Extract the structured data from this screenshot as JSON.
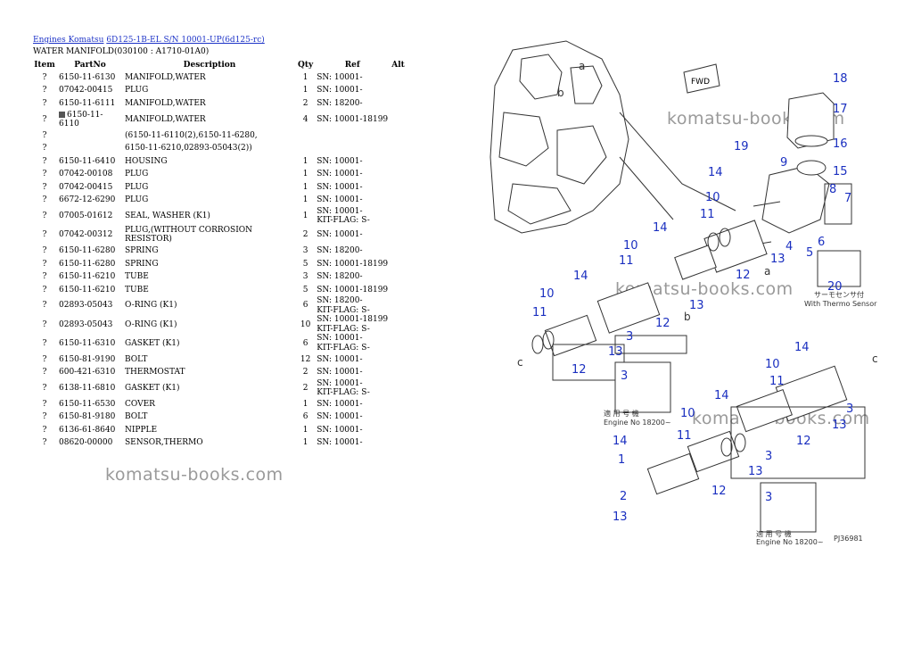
{
  "breadcrumb": {
    "link1": "Engines Komatsu",
    "link2": "6D125-1B-EL S/N 10001-UP(6d125-rc)"
  },
  "subtitle": "WATER MANIFOLD(030100 : A1710-01A0)",
  "table": {
    "headers": [
      "Item",
      "PartNo",
      "Description",
      "Qty",
      "Ref",
      "Alt"
    ],
    "rows": [
      {
        "item": "?",
        "part": "6150-11-6130",
        "desc": "MANIFOLD,WATER",
        "qty": "1",
        "ref": "SN: 10001-"
      },
      {
        "item": "?",
        "part": "07042-00415",
        "desc": "PLUG",
        "qty": "1",
        "ref": "SN: 10001-"
      },
      {
        "item": "?",
        "part": "6150-11-6111",
        "desc": "MANIFOLD,WATER",
        "qty": "2",
        "ref": "SN: 18200-"
      },
      {
        "item": "?",
        "part": "6150-11-6110",
        "desc": "MANIFOLD,WATER",
        "qty": "4",
        "ref": "SN: 10001-18199",
        "thumb": true
      },
      {
        "item": "?",
        "part": "",
        "desc": "(6150-11-6110(2),6150-11-6280,",
        "qty": "",
        "ref": ""
      },
      {
        "item": "?",
        "part": "",
        "desc": "6150-11-6210,02893-05043(2))",
        "qty": "",
        "ref": ""
      },
      {
        "item": "?",
        "part": "6150-11-6410",
        "desc": "HOUSING",
        "qty": "1",
        "ref": "SN: 10001-"
      },
      {
        "item": "?",
        "part": "07042-00108",
        "desc": "PLUG",
        "qty": "1",
        "ref": "SN: 10001-"
      },
      {
        "item": "?",
        "part": "07042-00415",
        "desc": "PLUG",
        "qty": "1",
        "ref": "SN: 10001-"
      },
      {
        "item": "?",
        "part": "6672-12-6290",
        "desc": "PLUG",
        "qty": "1",
        "ref": "SN: 10001-"
      },
      {
        "item": "?",
        "part": "07005-01612",
        "desc": "SEAL, WASHER (K1)",
        "qty": "1",
        "ref": "SN: 10001-",
        "ref2": "KIT-FLAG: S-"
      },
      {
        "item": "?",
        "part": "07042-00312",
        "desc": "PLUG,(WITHOUT CORROSION RESISTOR)",
        "qty": "2",
        "ref": "SN: 10001-"
      },
      {
        "item": "?",
        "part": "6150-11-6280",
        "desc": "SPRING",
        "qty": "3",
        "ref": "SN: 18200-"
      },
      {
        "item": "?",
        "part": "6150-11-6280",
        "desc": "SPRING",
        "qty": "5",
        "ref": "SN: 10001-18199"
      },
      {
        "item": "?",
        "part": "6150-11-6210",
        "desc": "TUBE",
        "qty": "3",
        "ref": "SN: 18200-"
      },
      {
        "item": "?",
        "part": "6150-11-6210",
        "desc": "TUBE",
        "qty": "5",
        "ref": "SN: 10001-18199"
      },
      {
        "item": "?",
        "part": "02893-05043",
        "desc": "O-RING (K1)",
        "qty": "6",
        "ref": "SN: 18200-",
        "ref2": "KIT-FLAG: S-"
      },
      {
        "item": "?",
        "part": "02893-05043",
        "desc": "O-RING (K1)",
        "qty": "10",
        "ref": "SN: 10001-18199",
        "ref2": "KIT-FLAG: S-"
      },
      {
        "item": "?",
        "part": "6150-11-6310",
        "desc": "GASKET (K1)",
        "qty": "6",
        "ref": "SN: 10001-",
        "ref2": "KIT-FLAG: S-"
      },
      {
        "item": "?",
        "part": "6150-81-9190",
        "desc": "BOLT",
        "qty": "12",
        "ref": "SN: 10001-"
      },
      {
        "item": "?",
        "part": "600-421-6310",
        "desc": "THERMOSTAT",
        "qty": "2",
        "ref": "SN: 10001-"
      },
      {
        "item": "?",
        "part": "6138-11-6810",
        "desc": "GASKET (K1)",
        "qty": "2",
        "ref": "SN: 10001-",
        "ref2": "KIT-FLAG: S-"
      },
      {
        "item": "?",
        "part": "6150-11-6530",
        "desc": "COVER",
        "qty": "1",
        "ref": "SN: 10001-"
      },
      {
        "item": "?",
        "part": "6150-81-9180",
        "desc": "BOLT",
        "qty": "6",
        "ref": "SN: 10001-"
      },
      {
        "item": "?",
        "part": "6136-61-8640",
        "desc": "NIPPLE",
        "qty": "1",
        "ref": "SN: 10001-"
      },
      {
        "item": "?",
        "part": "08620-00000",
        "desc": "SENSOR,THERMO",
        "qty": "1",
        "ref": "SN: 10001-"
      }
    ]
  },
  "watermark": "komatsu-books.com",
  "diagram": {
    "labels": [
      "1",
      "2",
      "3",
      "4",
      "5",
      "6",
      "7",
      "8",
      "9",
      "10",
      "11",
      "12",
      "13",
      "14",
      "15",
      "16",
      "17",
      "18",
      "19",
      "20",
      "a",
      "b",
      "c"
    ],
    "fwd": "FWD",
    "with_sensor_jp": "サーモセンサ付",
    "with_sensor": "With Thermo Sensor",
    "applicable_jp": "適 用 号 機",
    "engine_no": "Engine No 18200~",
    "code": "PJ36981",
    "label_color": "#1a2fc0"
  }
}
